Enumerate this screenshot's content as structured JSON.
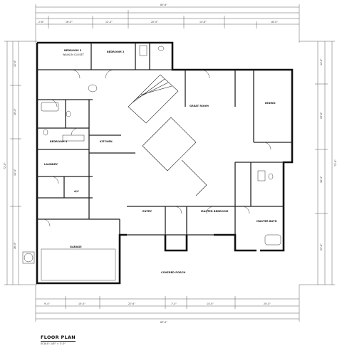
{
  "drawing": {
    "title": "FLOOR PLAN",
    "scale": "SCALE: 1/8\" = 1'-0\""
  },
  "rooms": [
    {
      "id": "bedroom-3",
      "name": "BEDROOM 3",
      "note": "WALK-IN CLOSET"
    },
    {
      "id": "bedroom-2",
      "name": "BEDROOM 2"
    },
    {
      "id": "bedroom-4",
      "name": "BEDROOM 4"
    },
    {
      "id": "great-room",
      "name": "GREAT ROOM"
    },
    {
      "id": "dining",
      "name": "DINING"
    },
    {
      "id": "kitchen",
      "name": "KITCHEN"
    },
    {
      "id": "laundry",
      "name": "LAUNDRY"
    },
    {
      "id": "ac",
      "name": "A/C"
    },
    {
      "id": "covered-porch",
      "name": "COVERED PORCH"
    },
    {
      "id": "master-bath",
      "name": "MASTER BATH"
    },
    {
      "id": "master-bedroom",
      "name": "MASTER BEDROOM"
    },
    {
      "id": "garage",
      "name": "GARAGE"
    },
    {
      "id": "entry",
      "name": "ENTRY"
    }
  ],
  "dimensions": {
    "overall_width": "83'-6\"",
    "overall_depth": "72'-0\"",
    "top_segments": [
      "2'-6\"",
      "16'-0\"",
      "12'-4\"",
      "20'-0\"",
      "14'-8\"",
      "18'-0\""
    ],
    "bottom_segments": [
      "9'-4\"",
      "10'-0\"",
      "22'-6\"",
      "7'-4\"",
      "14'-0\"",
      "20'-4\""
    ],
    "left_segments": [
      "12'-8\"",
      "18'-0\"",
      "14'-4\"",
      "26'-0\""
    ],
    "right_segments": [
      "14'-0\"",
      "20'-8\"",
      "16'-4\"",
      "21'-0\""
    ]
  }
}
